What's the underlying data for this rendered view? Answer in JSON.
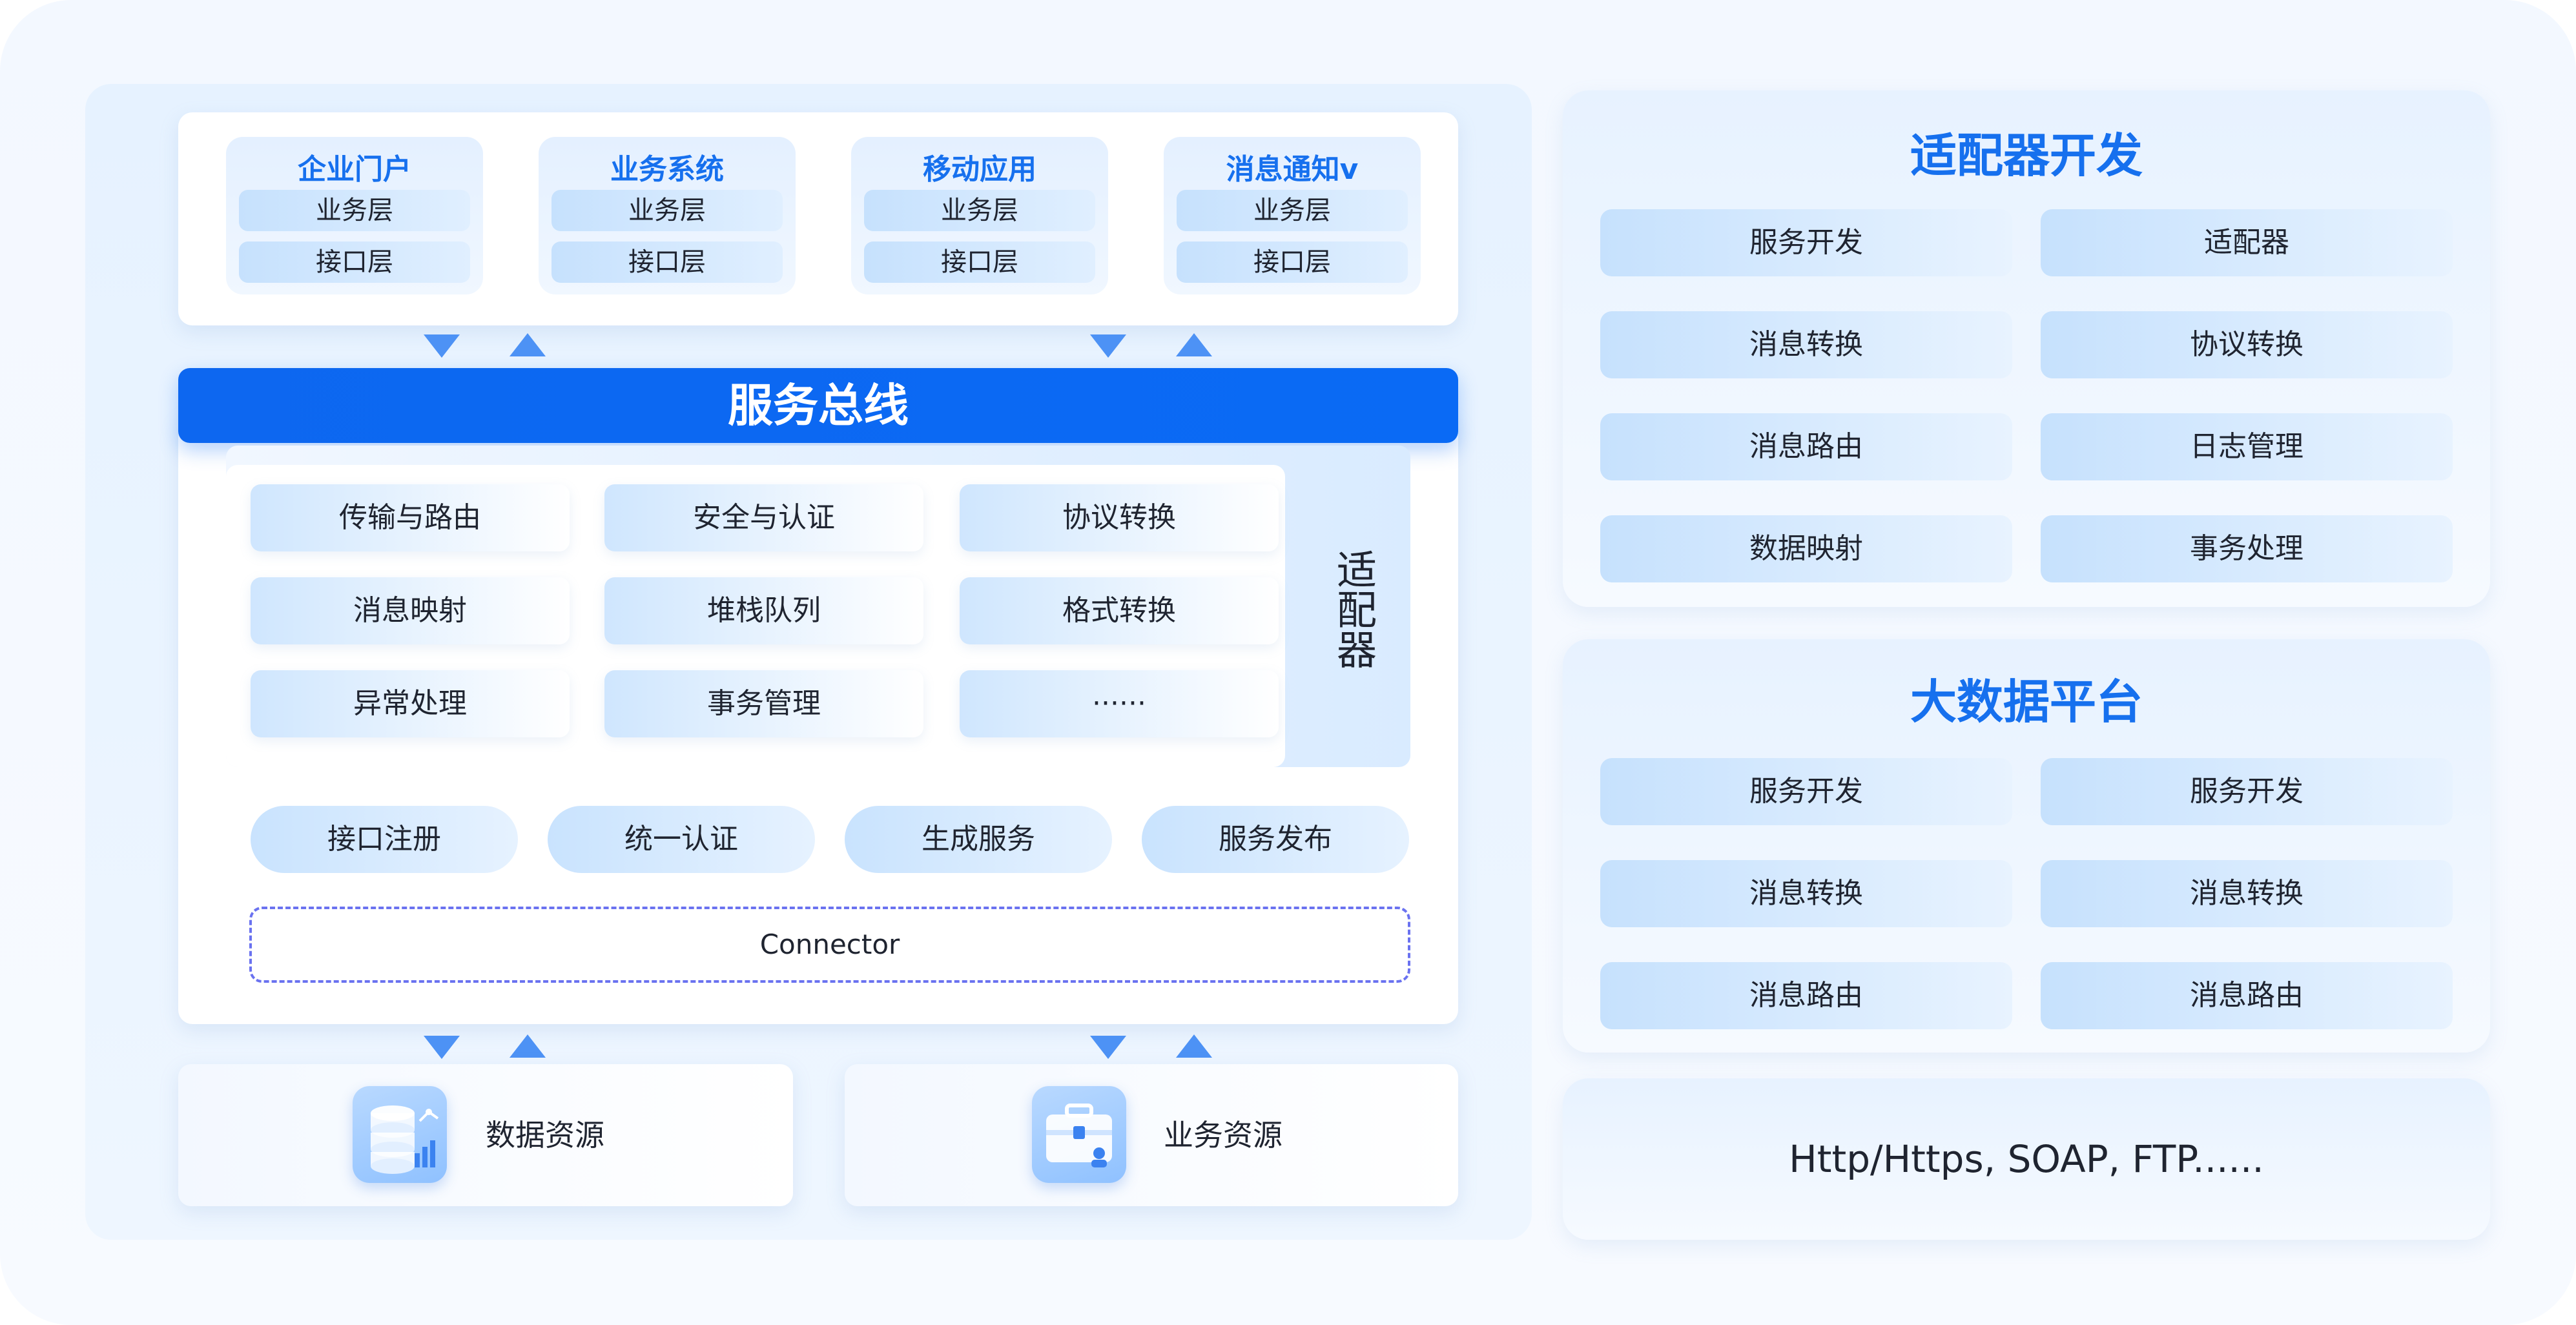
{
  "apps": [
    {
      "title": "企业门户",
      "layers": [
        "业务层",
        "接口层"
      ]
    },
    {
      "title": "业务系统",
      "layers": [
        "业务层",
        "接口层"
      ]
    },
    {
      "title": "移动应用",
      "layers": [
        "业务层",
        "接口层"
      ]
    },
    {
      "title": "消息通知v",
      "layers": [
        "业务层",
        "接口层"
      ]
    }
  ],
  "bus_title": "服务总线",
  "functions": [
    [
      "传输与路由",
      "安全与认证",
      "协议转换"
    ],
    [
      "消息映射",
      "堆栈队列",
      "格式转换"
    ],
    [
      "异常处理",
      "事务管理",
      "······"
    ]
  ],
  "adapter_label": "适配器",
  "pills": [
    "接口注册",
    "统一认证",
    "生成服务",
    "服务发布"
  ],
  "connector_label": "Connector",
  "resources": [
    {
      "label": "数据资源",
      "icon": "database-icon"
    },
    {
      "label": "业务资源",
      "icon": "briefcase-icon"
    }
  ],
  "adapter_dev": {
    "title": "适配器开发",
    "items": [
      "服务开发",
      "适配器",
      "消息转换",
      "协议转换",
      "消息路由",
      "日志管理",
      "数据映射",
      "事务处理"
    ]
  },
  "big_data": {
    "title": "大数据平台",
    "items": [
      "服务开发",
      "服务开发",
      "消息转换",
      "消息转换",
      "消息路由",
      "消息路由"
    ]
  },
  "protocols": "Http/Https, SOAP, FTP......",
  "colors": {
    "accent": "#0a6af5",
    "title_blue": "#1670ee",
    "arrow_blue": "#4d92f5",
    "dashed_border": "#6a72f0"
  }
}
